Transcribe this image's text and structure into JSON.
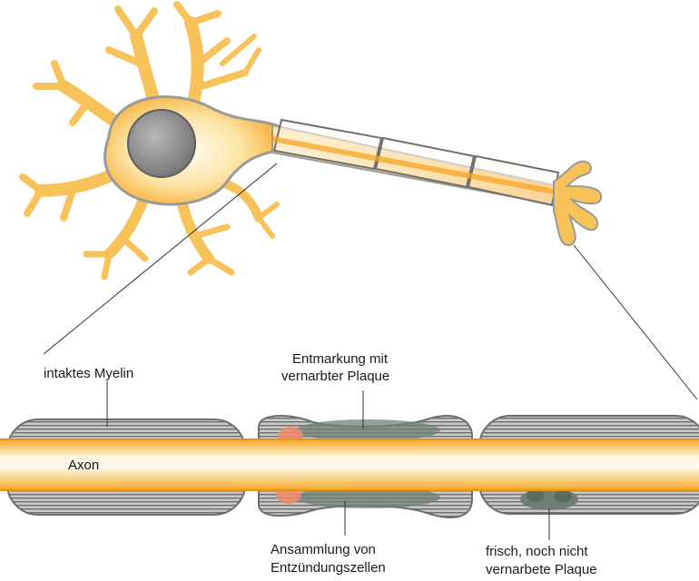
{
  "labels": {
    "intact_myelin": "intaktes Myelin",
    "demyelination_line1": "Entmarkung mit",
    "demyelination_line2": "vernarbter Plaque",
    "axon": "Axon",
    "inflammation_line1": "Ansammlung von",
    "inflammation_line2": "Entzündungszellen",
    "fresh_plaque_line1": "frisch, noch nicht",
    "fresh_plaque_line2": "vernarbete Plaque"
  },
  "colors": {
    "axoplasm": "#f6a623",
    "axon_core": "#fff6dc",
    "membrane": "#9a9a9a",
    "myelin": "#8e8e8e",
    "nucleus": "#8c8c8c",
    "plaque": "#6f7f74",
    "inflammation": "#f08a6a"
  }
}
